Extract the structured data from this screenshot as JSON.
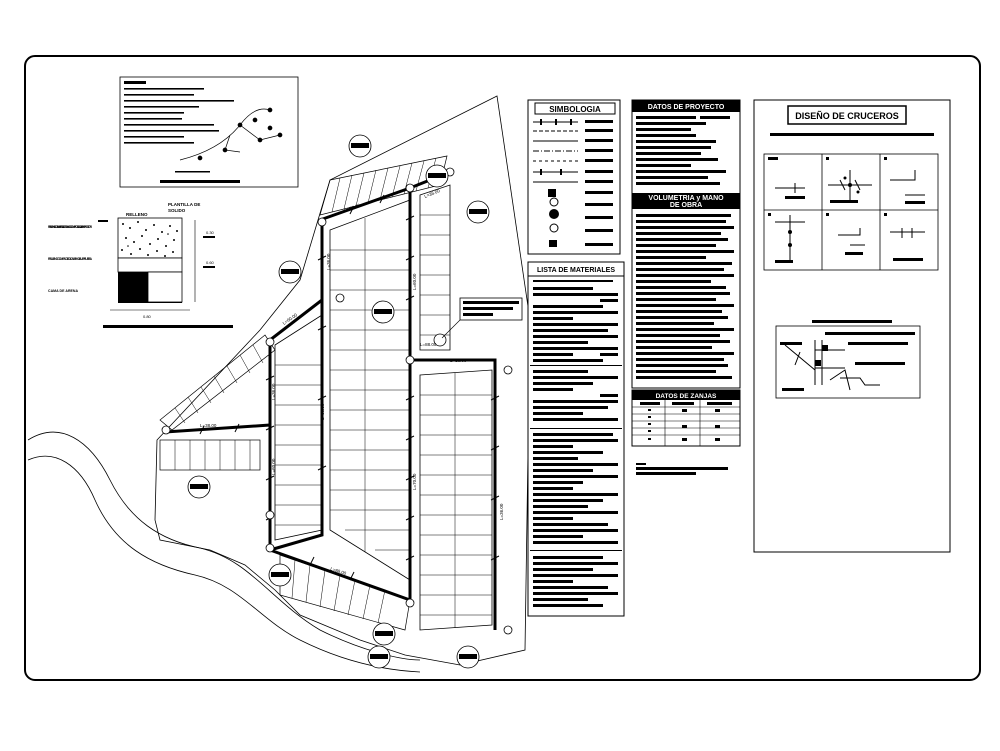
{
  "titles": {
    "simbologia": "SIMBOLOGIA",
    "datos_proyecto": "DATOS DE PROYECTO",
    "volumetria": "VOLUMETRIA y MANO",
    "volumetria2": "DE OBRA",
    "lista_materiales": "LISTA DE MATERIALES",
    "datos_zanjas": "DATOS DE ZANJAS",
    "diseno_cruceros": "DISEÑO DE CRUCEROS"
  },
  "trench": {
    "top_left": "RELLENO",
    "top_right": "PLANTILLA DE",
    "top_right2": "SOLIDO",
    "left_notes": [
      "RELLENO CON MATERIAL DE BANCO COMPACTADO AL 90% PROCTOR",
      "RELLENO COMPACTADO AL 90% DE LA PRUEBA",
      "CAMA DE ARENA"
    ],
    "dims": [
      "0.30",
      "0.60",
      "0.80"
    ]
  },
  "segments": [
    "L=70.00",
    "L=36.00",
    "L=36.00",
    "L=60.00",
    "L=60.00",
    "L=70.00",
    "L=60.00",
    "L=36.00",
    "L=88.00",
    "L=16.00",
    "L=38.00",
    "L=60.00",
    "L=36.00",
    "L=88.00"
  ],
  "colors": {
    "ink": "#000000",
    "paper": "#ffffff"
  }
}
